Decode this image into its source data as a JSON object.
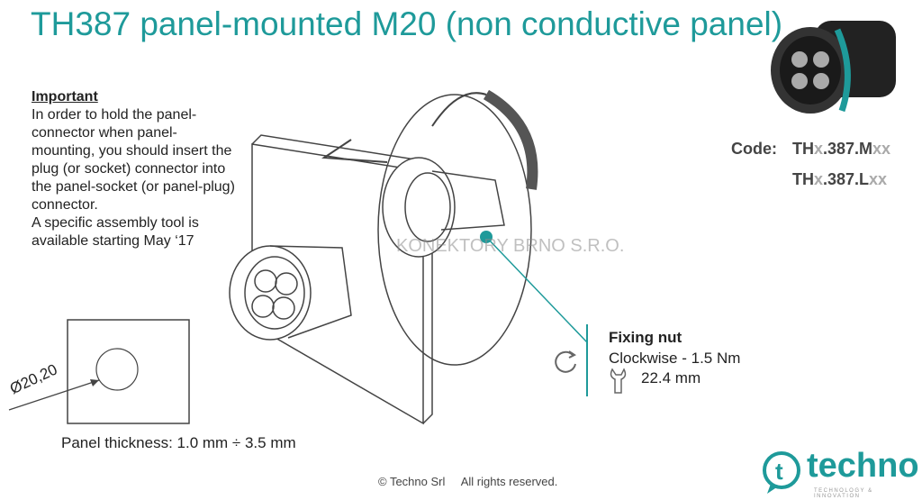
{
  "title": "TH387 panel-mounted M20 (non conductive panel)",
  "important": {
    "heading": "Important",
    "lines": [
      "In order to hold the panel-",
      "connector when panel-",
      "mounting, you should insert the",
      "plug (or socket) connector into",
      "the panel-socket (or panel-plug)",
      "connector.",
      "A specific assembly tool is",
      "available starting May ‘17"
    ]
  },
  "code": {
    "label": "Code:",
    "codes": [
      {
        "a": "TH",
        "b": "x",
        "c": ".387.M",
        "d": "xx"
      },
      {
        "a": "TH",
        "b": "x",
        "c": ".387.L",
        "d": "xx"
      }
    ]
  },
  "fixing": {
    "heading": "Fixing nut",
    "torque": "Clockwise - 1.5 Nm",
    "wrench": "22.4 mm"
  },
  "panel": {
    "diameter": "Ø20,20",
    "thickness": "Panel thickness: 1.0 mm ÷ 3.5 mm"
  },
  "watermark": "KONEKTORY BRNO S.R.O.",
  "footer": "© Techno Srl     All rights reserved.",
  "logo": {
    "word": "techno",
    "tagline": "TECHNOLOGY & INNOVATION",
    "letter": "t"
  },
  "colors": {
    "accent": "#1e9a9a"
  }
}
